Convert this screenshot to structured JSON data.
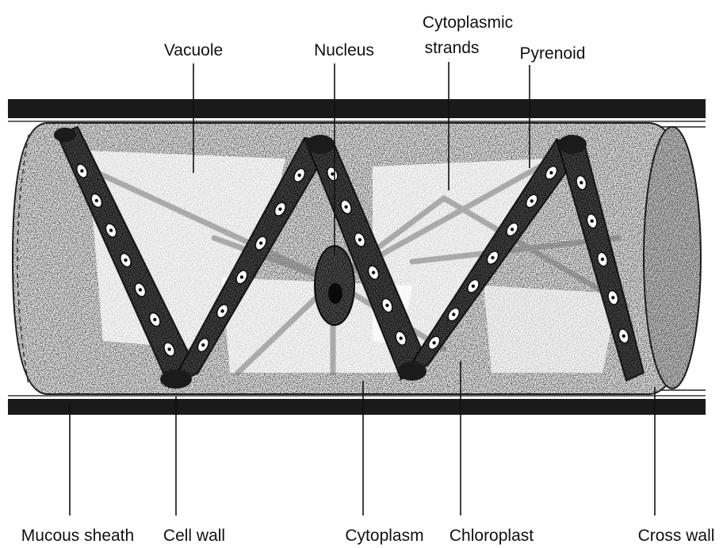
{
  "diagram": {
    "labels": {
      "vacuole": "Vacuole",
      "nucleus": "Nucleus",
      "cytoplasmic_strands_line1": "Cytoplasmic",
      "cytoplasmic_strands_line2": "strands",
      "pyrenoid": "Pyrenoid",
      "mucous_sheath": "Mucous sheath",
      "cell_wall": "Cell wall",
      "cytoplasm": "Cytoplasm",
      "chloroplast": "Chloroplast",
      "cross_wall": "Cross wall"
    }
  }
}
